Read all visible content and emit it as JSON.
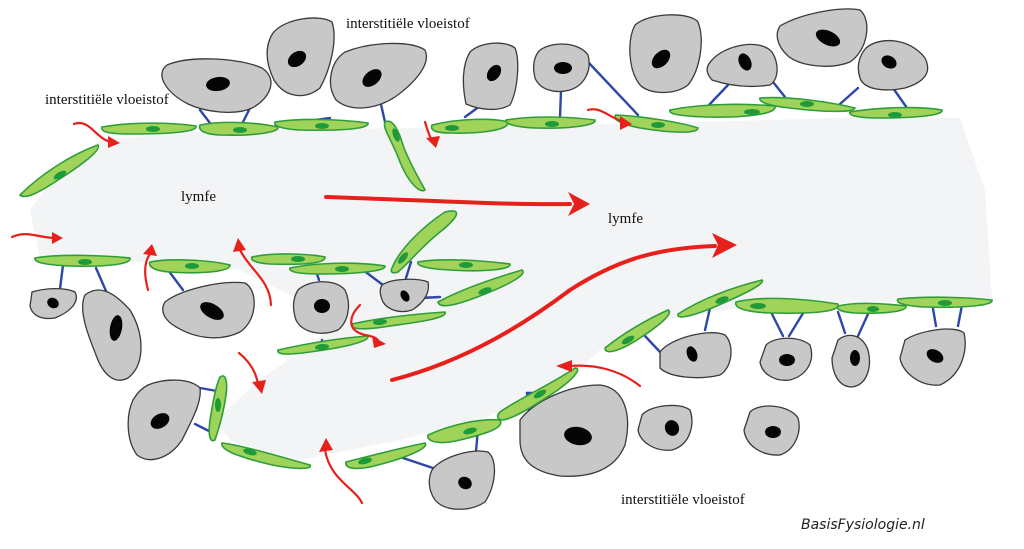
{
  "diagram": {
    "title": "Lymphatic capillary with interstitial fluid entering",
    "labels": {
      "interstitial_top_left": "interstitiële vloeistof",
      "interstitial_top_center": "interstitiële vloeistof",
      "interstitial_bottom": "interstitiële vloeistof",
      "lymph_left": "lymfe",
      "lymph_right": "lymfe"
    },
    "credit": "BasisFysiologie.nl",
    "colors": {
      "lymph_lumen": "#f3f4f6",
      "endothelial_cell": "#9fd35a",
      "endothelial_outline": "#2f9e3a",
      "endothelial_nucleus": "#1e9a3a",
      "tissue_cell": "#c8c8c8",
      "tissue_nucleus": "#050505",
      "anchoring_filament": "#2e47a8",
      "flow_arrow": "#e8201c"
    },
    "legend_semantics": {
      "large_red_arrows": "lymph flow direction",
      "small_red_arrows": "interstitial fluid entering lymph capillary",
      "blue_lines": "anchoring filaments",
      "green_cells": "endothelial cells",
      "grey_cells": "tissue cells"
    }
  }
}
